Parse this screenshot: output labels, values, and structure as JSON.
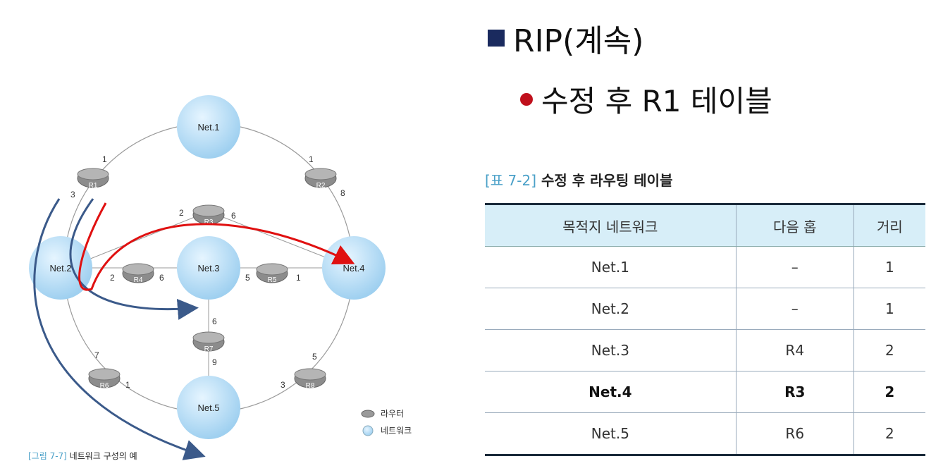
{
  "slide": {
    "title": "RIP(계속)",
    "subtitle": "수정 후 R1 테이블"
  },
  "table": {
    "caption_num": "[표 7-2]",
    "caption_text": " 수정 후 라우팅 테이블",
    "headers": [
      "목적지 네트워크",
      "다음 홉",
      "거리"
    ],
    "rows": [
      [
        "Net.1",
        "–",
        "1"
      ],
      [
        "Net.2",
        "–",
        "1"
      ],
      [
        "Net.3",
        "R4",
        "2"
      ],
      [
        "Net.4",
        "R3",
        "2"
      ],
      [
        "Net.5",
        "R6",
        "2"
      ]
    ]
  },
  "diagram": {
    "networks": [
      "Net.1",
      "Net.2",
      "Net.3",
      "Net.4",
      "Net.5"
    ],
    "routers": [
      "R1",
      "R2",
      "R3",
      "R4",
      "R5",
      "R6",
      "R7",
      "R8"
    ],
    "ports": {
      "r1_net1": "1",
      "r1_net2": "3",
      "r2_net1": "1",
      "r2_net4": "8",
      "r3_net2": "2",
      "r3_net4": "6",
      "r4_net2": "2",
      "r4_net3": "6",
      "r5_net3": "5",
      "r5_net4": "1",
      "r7_net3": "6",
      "r7_net5": "9",
      "r6_net2": "7",
      "r6_net5": "1",
      "r8_net4": "5",
      "r8_net5": "3"
    },
    "legend_router": "라우터",
    "legend_network": "네트워크",
    "caption_num": "[그림 7-7]",
    "caption_text": " 네트워크 구성의 예",
    "arrow_colors": {
      "blue": "#3b5a8a",
      "red": "#e01010"
    },
    "network_color": "#aed8f2"
  }
}
